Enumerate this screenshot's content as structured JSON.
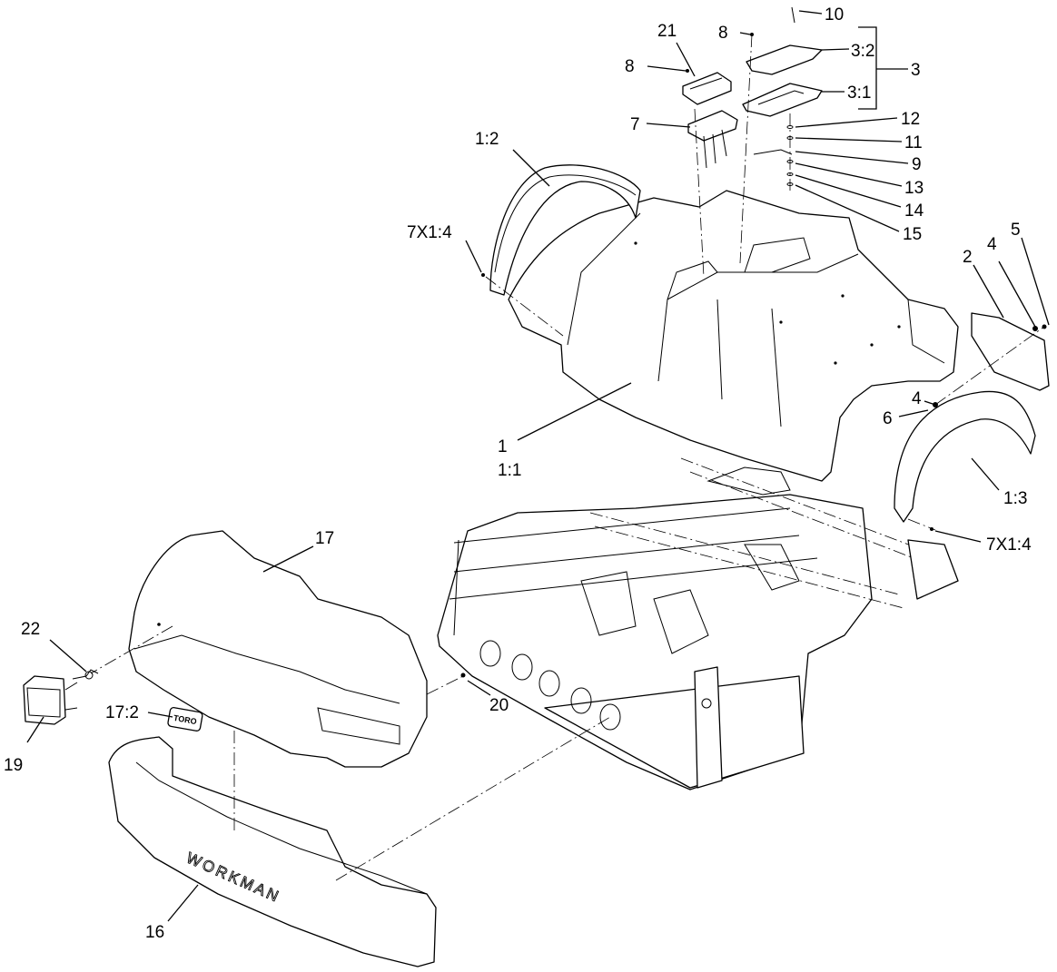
{
  "diagram": {
    "callouts": [
      {
        "id": "c-10",
        "text": "10"
      },
      {
        "id": "c-8-top",
        "text": "8"
      },
      {
        "id": "c-21",
        "text": "21"
      },
      {
        "id": "c-8-left",
        "text": "8"
      },
      {
        "id": "c-3-2",
        "text": "3:2"
      },
      {
        "id": "c-3",
        "text": "3"
      },
      {
        "id": "c-3-1",
        "text": "3:1"
      },
      {
        "id": "c-7",
        "text": "7"
      },
      {
        "id": "c-12",
        "text": "12"
      },
      {
        "id": "c-11",
        "text": "11"
      },
      {
        "id": "c-9",
        "text": "9"
      },
      {
        "id": "c-13",
        "text": "13"
      },
      {
        "id": "c-14",
        "text": "14"
      },
      {
        "id": "c-15",
        "text": "15"
      },
      {
        "id": "c-1-2",
        "text": "1:2"
      },
      {
        "id": "c-7x1-4-left",
        "text": "7X1:4"
      },
      {
        "id": "c-2",
        "text": "2"
      },
      {
        "id": "c-4-top",
        "text": "4"
      },
      {
        "id": "c-5",
        "text": "5"
      },
      {
        "id": "c-4-mid",
        "text": "4"
      },
      {
        "id": "c-6",
        "text": "6"
      },
      {
        "id": "c-1",
        "text": "1"
      },
      {
        "id": "c-1-1",
        "text": "1:1"
      },
      {
        "id": "c-1-3",
        "text": "1:3"
      },
      {
        "id": "c-7x1-4-right",
        "text": "7X1:4"
      },
      {
        "id": "c-17",
        "text": "17"
      },
      {
        "id": "c-22",
        "text": "22"
      },
      {
        "id": "c-17-2",
        "text": "17:2"
      },
      {
        "id": "c-20",
        "text": "20"
      },
      {
        "id": "c-19",
        "text": "19"
      },
      {
        "id": "c-16",
        "text": "16"
      }
    ],
    "bumper_lettering": "WORKMAN",
    "emblem_lettering": "TORO"
  }
}
